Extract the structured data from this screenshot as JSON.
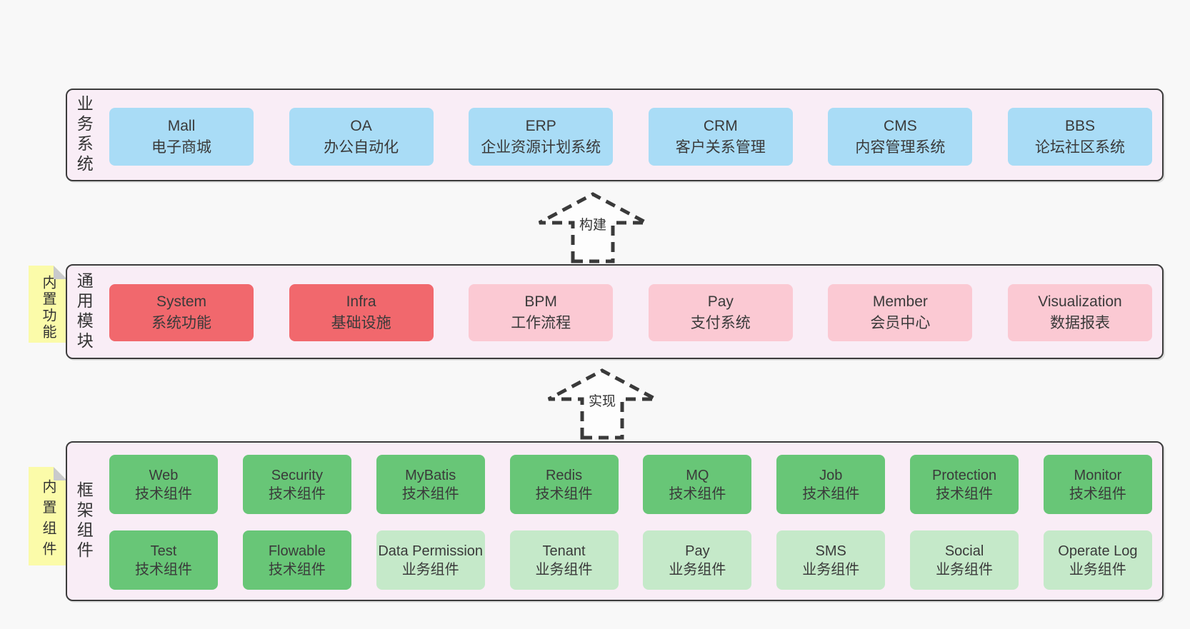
{
  "colors": {
    "pageBg": "#f8f8f8",
    "sectionBg": "#f9edf6",
    "sectionBorder": "#3c3c3c",
    "noteBg": "#fbfba9",
    "noteFold": "#c9cacc",
    "arrowStroke": "#3a3a3a",
    "blue": "#a9dcf6",
    "red": "#f1686d",
    "pink": "#fbc9d3",
    "green": "#68c677",
    "lightgreen": "#c5e9c9"
  },
  "arrows": [
    {
      "label": "构建"
    },
    {
      "label": "实现"
    }
  ],
  "sections": [
    {
      "label": "业务系统",
      "rows": [
        [
          {
            "name": "Mall",
            "desc": "电子商城",
            "type": "blue"
          },
          {
            "name": "OA",
            "desc": "办公自动化",
            "type": "blue"
          },
          {
            "name": "ERP",
            "desc": "企业资源计划系统",
            "type": "blue"
          },
          {
            "name": "CRM",
            "desc": "客户关系管理",
            "type": "blue"
          },
          {
            "name": "CMS",
            "desc": "内容管理系统",
            "type": "blue"
          },
          {
            "name": "BBS",
            "desc": "论坛社区系统",
            "type": "blue"
          }
        ]
      ]
    },
    {
      "label": "通用模块",
      "note": "内置功能",
      "rows": [
        [
          {
            "name": "System",
            "desc": "系统功能",
            "type": "red"
          },
          {
            "name": "Infra",
            "desc": "基础设施",
            "type": "red"
          },
          {
            "name": "BPM",
            "desc": "工作流程",
            "type": "pink"
          },
          {
            "name": "Pay",
            "desc": "支付系统",
            "type": "pink"
          },
          {
            "name": "Member",
            "desc": "会员中心",
            "type": "pink"
          },
          {
            "name": "Visualization",
            "desc": "数据报表",
            "type": "pink"
          }
        ]
      ]
    },
    {
      "label": "框架组件",
      "note": "内置组件",
      "rows": [
        [
          {
            "name": "Web",
            "desc": "技术组件",
            "type": "green"
          },
          {
            "name": "Security",
            "desc": "技术组件",
            "type": "green"
          },
          {
            "name": "MyBatis",
            "desc": "技术组件",
            "type": "green"
          },
          {
            "name": "Redis",
            "desc": "技术组件",
            "type": "green"
          },
          {
            "name": "MQ",
            "desc": "技术组件",
            "type": "green"
          },
          {
            "name": "Job",
            "desc": "技术组件",
            "type": "green"
          },
          {
            "name": "Protection",
            "desc": "技术组件",
            "type": "green"
          },
          {
            "name": "Monitor",
            "desc": "技术组件",
            "type": "green"
          }
        ],
        [
          {
            "name": "Test",
            "desc": "技术组件",
            "type": "green"
          },
          {
            "name": "Flowable",
            "desc": "技术组件",
            "type": "green"
          },
          {
            "name": "Data Permission",
            "desc": "业务组件",
            "type": "lightgreen"
          },
          {
            "name": "Tenant",
            "desc": "业务组件",
            "type": "lightgreen"
          },
          {
            "name": "Pay",
            "desc": "业务组件",
            "type": "lightgreen"
          },
          {
            "name": "SMS",
            "desc": "业务组件",
            "type": "lightgreen"
          },
          {
            "name": "Social",
            "desc": "业务组件",
            "type": "lightgreen"
          },
          {
            "name": "Operate Log",
            "desc": "业务组件",
            "type": "lightgreen"
          }
        ]
      ]
    }
  ]
}
